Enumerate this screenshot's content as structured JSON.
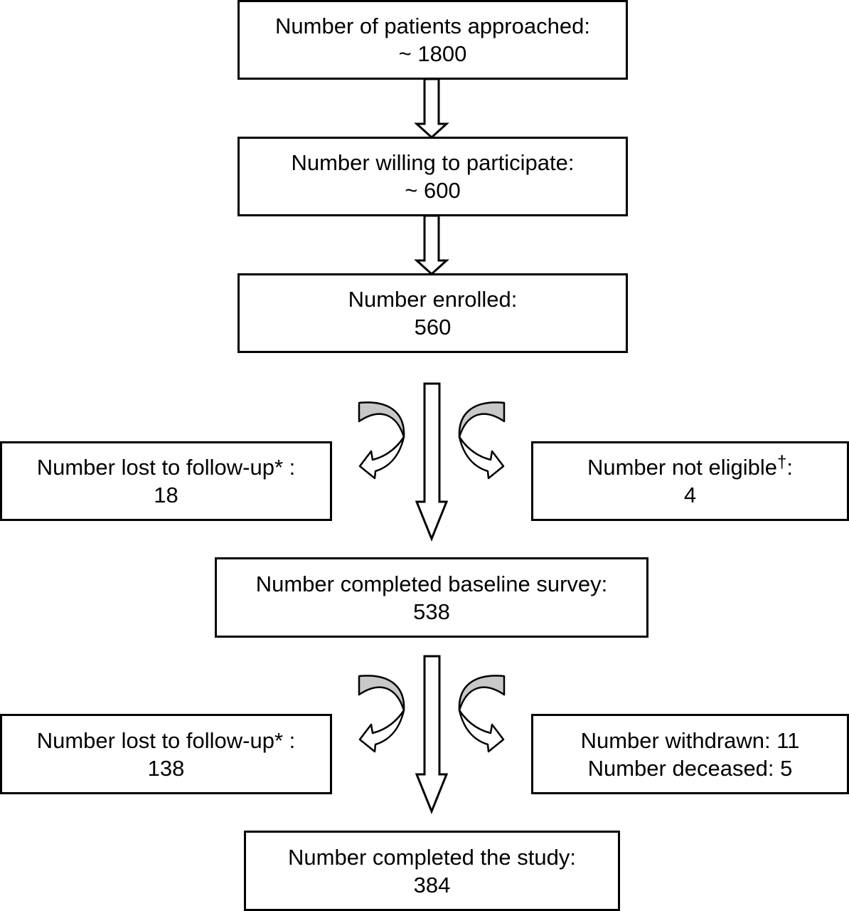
{
  "boxes": {
    "approached": {
      "label": "Number of patients approached:",
      "value": "~ 1800"
    },
    "willing": {
      "label": "Number willing to participate:",
      "value": "~ 600"
    },
    "enrolled": {
      "label": "Number enrolled:",
      "value": "560"
    },
    "lost_first": {
      "label": "Number lost to follow-up* :",
      "value": "18"
    },
    "not_eligible": {
      "label": "Number not eligible",
      "mark": "†",
      "suffix": ":",
      "value": "4"
    },
    "baseline": {
      "label": "Number completed baseline survey:",
      "value": "538"
    },
    "lost_second": {
      "label": "Number lost to follow-up* :",
      "value": "138"
    },
    "withdrawn_deceased": {
      "line1": "Number withdrawn: 11",
      "line2": "Number deceased: 5"
    },
    "completed": {
      "label": "Number completed the study:",
      "value": "384"
    }
  },
  "colors": {
    "stroke": "#000000",
    "curved_arrow_fill": "#c8c8c8",
    "box_fill": "#ffffff"
  }
}
